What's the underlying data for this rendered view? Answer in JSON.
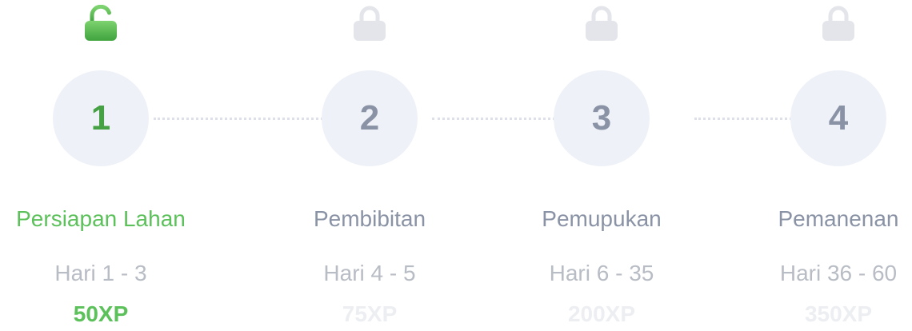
{
  "steps": [
    {
      "number": "1",
      "title": "Persiapan Lahan",
      "days": "Hari 1 - 3",
      "xp": "50XP",
      "status": "unlocked",
      "icon": "unlocked-padlock-icon"
    },
    {
      "number": "2",
      "title": "Pembibitan",
      "days": "Hari 4 - 5",
      "xp": "75XP",
      "status": "locked",
      "icon": "locked-padlock-icon"
    },
    {
      "number": "3",
      "title": "Pemupukan",
      "days": "Hari 6 - 35",
      "xp": "200XP",
      "status": "locked",
      "icon": "locked-padlock-icon"
    },
    {
      "number": "4",
      "title": "Pemanenan",
      "days": "Hari 36 - 60",
      "xp": "350XP",
      "status": "locked",
      "icon": "locked-padlock-icon"
    }
  ],
  "colors": {
    "active": "#5cc15a",
    "active_number": "#45a143",
    "locked_icon": "#e3e5ea",
    "circle_bg": "#eef1f8",
    "inactive_title": "#8a93a5",
    "days_text": "#b8bcc4",
    "inactive_xp": "#eceef2"
  }
}
